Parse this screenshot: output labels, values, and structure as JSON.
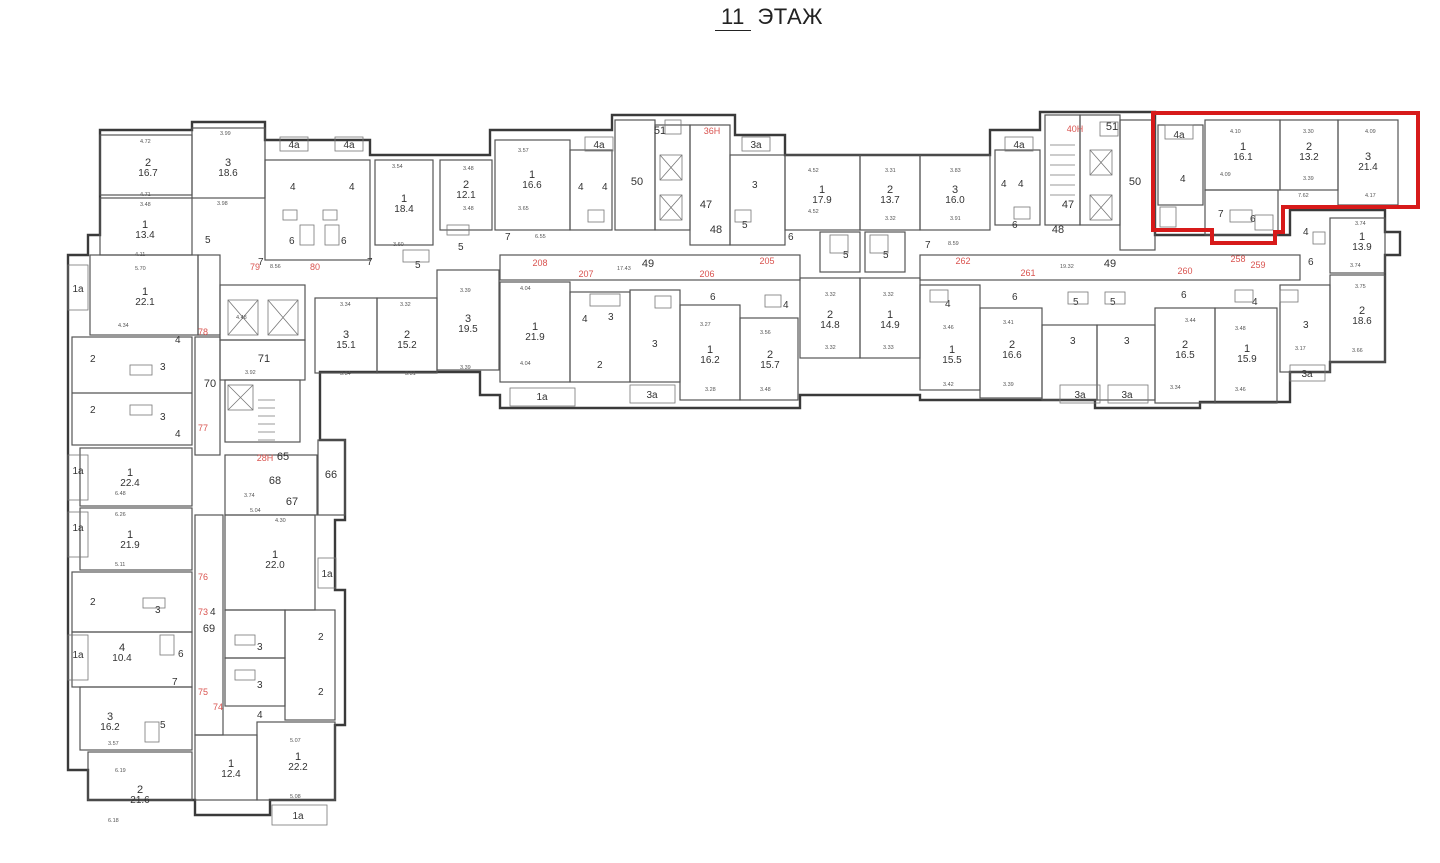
{
  "title": {
    "floor_number": "11",
    "label": "ЭТАЖ"
  },
  "highlight_color": "#d71a1a",
  "rooms": [
    {
      "id": "r1",
      "num": "2",
      "area": "16.7"
    },
    {
      "id": "r2",
      "num": "3",
      "area": "18.6"
    },
    {
      "id": "r3",
      "num": "1",
      "area": "13.4"
    },
    {
      "id": "r4",
      "num": "1",
      "area": "22.1"
    },
    {
      "id": "r5",
      "num": "1",
      "area": "22.4"
    },
    {
      "id": "r6",
      "num": "1",
      "area": "21.9"
    },
    {
      "id": "r7",
      "num": "4",
      "area": "10.4"
    },
    {
      "id": "r8",
      "num": "3",
      "area": "16.2"
    },
    {
      "id": "r9",
      "num": "2",
      "area": "21.6"
    },
    {
      "id": "r10",
      "num": "1",
      "area": "12.4"
    },
    {
      "id": "r11",
      "num": "1",
      "area": "22.2"
    },
    {
      "id": "r12",
      "num": "1",
      "area": "22.0"
    },
    {
      "id": "r13",
      "num": "1",
      "area": "18.4"
    },
    {
      "id": "r14",
      "num": "3",
      "area": "15.1"
    },
    {
      "id": "r15",
      "num": "2",
      "area": "15.2"
    },
    {
      "id": "r16",
      "num": "2",
      "area": "12.1"
    },
    {
      "id": "r17",
      "num": "3",
      "area": "19.5"
    },
    {
      "id": "r18",
      "num": "1",
      "area": "16.6"
    },
    {
      "id": "r19",
      "num": "1",
      "area": "21.9"
    },
    {
      "id": "r20",
      "num": "1",
      "area": "16.2"
    },
    {
      "id": "r21",
      "num": "2",
      "area": "15.7"
    },
    {
      "id": "r22",
      "num": "1",
      "area": "17.9"
    },
    {
      "id": "r23",
      "num": "2",
      "area": "13.7"
    },
    {
      "id": "r24",
      "num": "3",
      "area": "16.0"
    },
    {
      "id": "r25",
      "num": "2",
      "area": "14.8"
    },
    {
      "id": "r26",
      "num": "1",
      "area": "14.9"
    },
    {
      "id": "r27",
      "num": "1",
      "area": "15.5"
    },
    {
      "id": "r28",
      "num": "2",
      "area": "16.6"
    },
    {
      "id": "r29",
      "num": "2",
      "area": "16.5"
    },
    {
      "id": "r30",
      "num": "1",
      "area": "15.9"
    },
    {
      "id": "r31",
      "num": "1",
      "area": "16.1"
    },
    {
      "id": "r32",
      "num": "2",
      "area": "13.2"
    },
    {
      "id": "r33",
      "num": "3",
      "area": "21.4"
    },
    {
      "id": "r34",
      "num": "1",
      "area": "13.9"
    },
    {
      "id": "r35",
      "num": "2",
      "area": "18.6"
    }
  ],
  "labels": {
    "l50a": "50",
    "l50b": "50",
    "l47a": "47",
    "l47b": "47",
    "l48a": "48",
    "l48b": "48",
    "l49a": "49",
    "l49b": "49",
    "l70": "70",
    "l71": "71",
    "l69": "69",
    "l65": "65",
    "l66": "66",
    "l67": "67",
    "l68": "68",
    "l51a": "51",
    "l51b": "51",
    "l36h": "36H",
    "l40h": "40H",
    "l28h": "28H",
    "l4a1": "4a",
    "l4a2": "4a",
    "l4a3": "4a",
    "l4a4": "4a",
    "l4a5": "4a",
    "l3a1": "3a",
    "l3a2": "3a",
    "l3a3": "3a",
    "l3a4": "3a",
    "l3a5": "3a",
    "l1a1": "1a",
    "l1a2": "1a",
    "l1a3": "1a",
    "l1a4": "1a",
    "l1a5": "1a",
    "l1a6": "1a",
    "l1a7": "1a",
    "c208": "208",
    "c207": "207",
    "c206": "206",
    "c205": "205",
    "c262": "262",
    "c261": "261",
    "c260": "260",
    "c258": "258",
    "c259": "259",
    "c79": "79",
    "c80": "80",
    "c78": "78",
    "c77": "77",
    "c76": "76",
    "c73": "73",
    "c75": "75",
    "c74": "74"
  }
}
